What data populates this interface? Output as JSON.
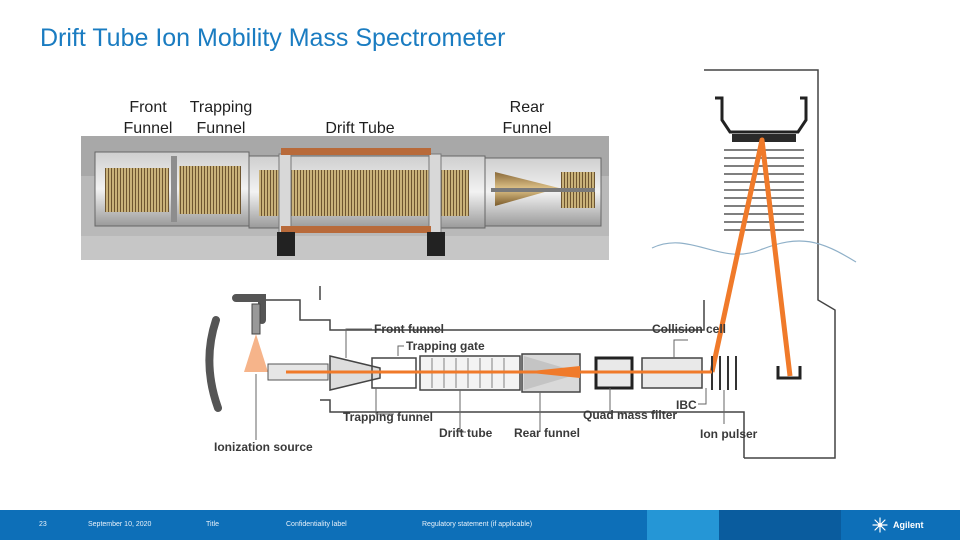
{
  "slide": {
    "title": "Drift Tube Ion Mobility Mass Spectrometer"
  },
  "photo_labels": {
    "front_line1": "Front",
    "front_line2": "Funnel",
    "trapping_line1": "Trapping",
    "trapping_line2": "Funnel",
    "drift": "Drift Tube",
    "rear_line1": "Rear",
    "rear_line2": "Funnel"
  },
  "diagram_labels": {
    "front_funnel": "Front funnel",
    "trapping_gate": "Trapping gate",
    "trapping_funnel": "Trapping funnel",
    "drift_tube": "Drift tube",
    "rear_funnel": "Rear funnel",
    "quad_mass_filter": "Quad mass filter",
    "collision_cell": "Collision cell",
    "ibc": "IBC",
    "ion_pulser": "Ion pulser",
    "ionization_source": "Ionization source"
  },
  "footer": {
    "page_number": "23",
    "date": "September 10, 2020",
    "title": "Title",
    "confidentiality": "Confidentiality label",
    "regulatory": "Regulatory statement (if applicable)",
    "logo": "Agilent"
  },
  "colors": {
    "title": "#1a7cc1",
    "ion_beam": "#f07a2a",
    "footer": "#0d6fb8",
    "footer_accent": "#2596d6",
    "footer_dark": "#0a5c9e"
  }
}
